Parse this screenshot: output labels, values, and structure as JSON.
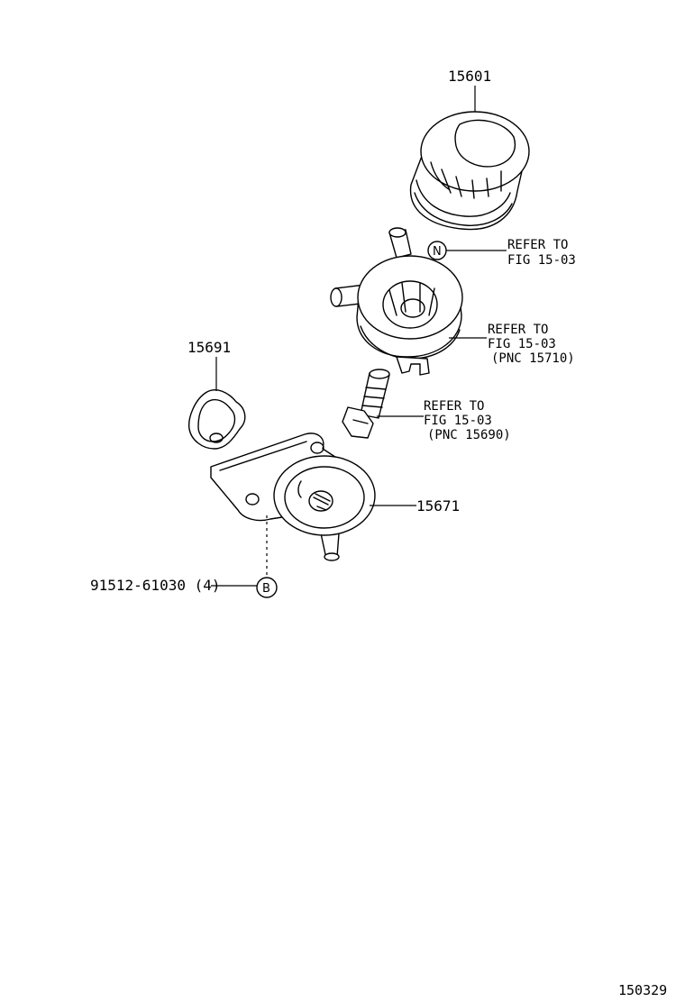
{
  "parts": {
    "oil_filter": "15601",
    "gasket": "15691",
    "oil_filter_bracket": "15671",
    "bolt": "91512-61030 (4)"
  },
  "references": {
    "ref_n": {
      "line1": "REFER TO",
      "line2": "FIG 15-03"
    },
    "ref_cooler": {
      "line1": "REFER TO",
      "line2": "FIG 15-03",
      "line3": "(PNC 15710)"
    },
    "ref_union": {
      "line1": "REFER TO",
      "line2": "FIG 15-03",
      "line3": "(PNC 15690)"
    }
  },
  "markers": {
    "n": "N",
    "b": "B"
  },
  "figure_id": "150329"
}
